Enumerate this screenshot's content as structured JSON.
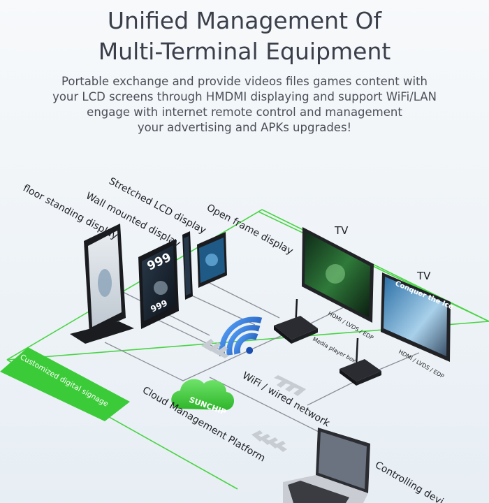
{
  "header": {
    "title_line1": "Unified Management Of",
    "title_line2": "Multi-Terminal Equipment",
    "description": [
      "Portable exchange and provide videos files  games content with",
      "your LCD screens through HMDMI displaying and support WiFi/LAN",
      "engage with internet remote control and management",
      "your advertising and APKs upgrades!"
    ]
  },
  "devices": {
    "floor": "floor standing display",
    "wall": "Wall mounted display",
    "stretched": "Stretched LCD display",
    "open_frame": "Open frame display",
    "tv1": "TV",
    "tv2": "TV",
    "hdmi1": "HDMI / LVDS / EDP",
    "hdmi2": "HDMI / LVDS / EDP",
    "media_box": "Media player box",
    "signage_tag": "Customized digital signage",
    "network": "WiFi / wired network",
    "cloud_brand": "SUNCHIP",
    "cloud": "Cloud Management Platform",
    "controlling": "Controlling devi",
    "screen_num1": "999",
    "screen_num2": "999",
    "tv2_screen_text": "Conquer the Ice"
  },
  "colors": {
    "accent_green": "#3fcf3a",
    "line_gray": "#8b9099",
    "wifi_blue": "#2a6fd6"
  }
}
